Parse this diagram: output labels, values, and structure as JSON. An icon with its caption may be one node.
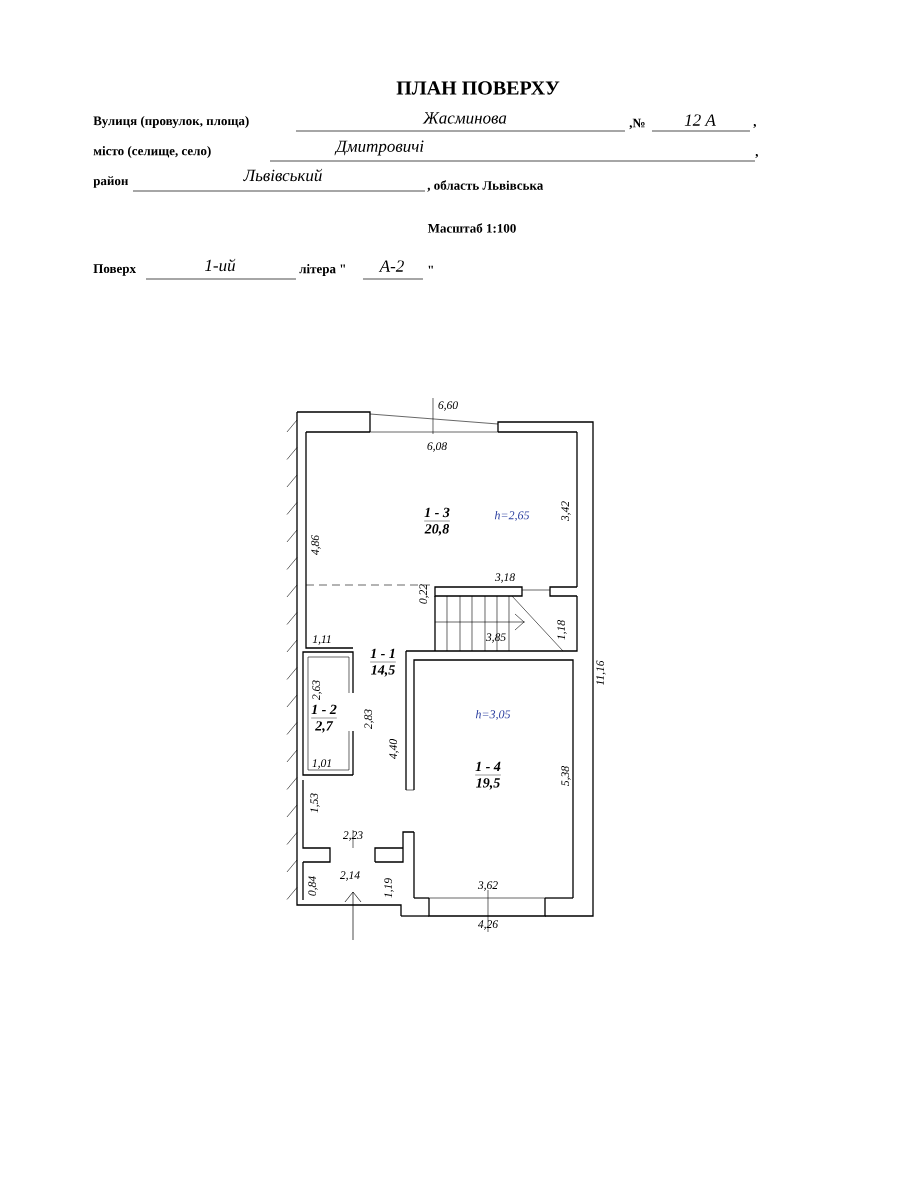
{
  "diagram": {
    "title": "ПЛАН ПОВЕРХУ",
    "nodes": [
      {
        "text": [
          "1 - 3",
          "20,8"
        ],
        "beside": [
          "h=2,65"
        ]
      },
      {
        "text": [
          "1 - 1",
          "14,5"
        ]
      },
      {
        "text": [
          "1 - 2",
          "2,7"
        ]
      },
      {
        "text": [
          "1 - 4",
          "19,5"
        ],
        "beside": [
          "h=3,05"
        ]
      }
    ],
    "edges": [],
    "labels": [
      "Вулиця (провулок, площа)",
      "Жасминова",
      ",№",
      "12 А",
      ",",
      "місто (селище, село)",
      "Дмитровичі",
      ",",
      "район",
      "Львівський",
      ", область Львівська",
      "Масштаб 1:100",
      "Поверх",
      "1-ий",
      "літера \"",
      "А-2",
      "\"",
      "6,60",
      "6,08",
      "4,86",
      "3,42",
      "0,22",
      "3,18",
      "1,18",
      "1,11",
      "3,85",
      "11,16",
      "2,63",
      "2,83",
      "4,40",
      "1,01",
      "5,38",
      "1,53",
      "2,23",
      "2,14",
      "0,84",
      "1,19",
      "3,62",
      "4,26"
    ]
  }
}
